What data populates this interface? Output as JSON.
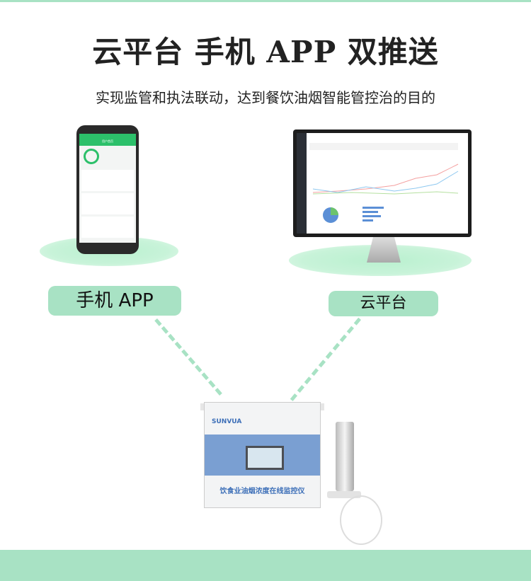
{
  "title": "云平台 手机 APP 双推送",
  "subtitle": "实现监管和执法联动，达到餐饮油烟智能管控治的目的",
  "labels": {
    "app": "手机 APP",
    "cloud": "云平台"
  },
  "phone_screen": {
    "header": "用户首页"
  },
  "device": {
    "brand": "SUNVUA",
    "name": "饮食业油烟浓度在线监控仪"
  },
  "colors": {
    "accent": "#a8e2c4",
    "app_green": "#2cc06a",
    "device_blue": "#7a9fd2"
  }
}
